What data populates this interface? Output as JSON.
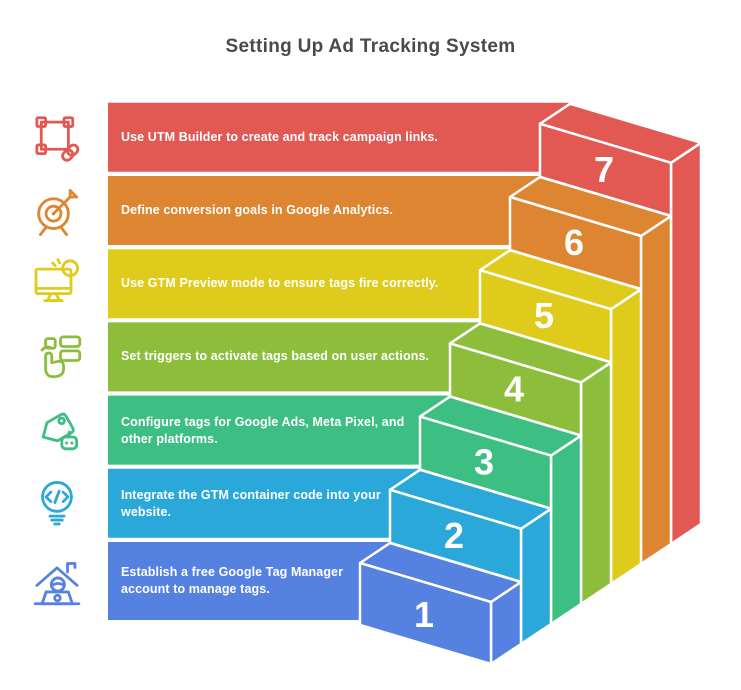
{
  "title": "Setting Up Ad Tracking System",
  "steps": [
    {
      "number": "1",
      "label": "Establish a free Google Tag Manager\naccount to manage tags.",
      "color": "#5581E0",
      "icon": "home-workspace-icon"
    },
    {
      "number": "2",
      "label": "Integrate the GTM container code into your\nwebsite.",
      "color": "#29A8D9",
      "icon": "code-lightbulb-icon"
    },
    {
      "number": "3",
      "label": "Configure tags for Google Ads, Meta Pixel, and\nother platforms.",
      "color": "#3DBE83",
      "icon": "price-tag-icon"
    },
    {
      "number": "4",
      "label": "Set triggers to activate tags based on user actions.",
      "color": "#8CBE3C",
      "icon": "trigger-hand-icon"
    },
    {
      "number": "5",
      "label": "Use GTM Preview mode to ensure tags fire correctly.",
      "color": "#DFCB1B",
      "icon": "monitor-preview-icon"
    },
    {
      "number": "6",
      "label": "Define conversion goals in Google Analytics.",
      "color": "#DD8531",
      "icon": "target-arrow-icon"
    },
    {
      "number": "7",
      "label": "Use UTM Builder to create and track campaign links.",
      "color": "#E25852",
      "icon": "link-frame-icon"
    }
  ]
}
